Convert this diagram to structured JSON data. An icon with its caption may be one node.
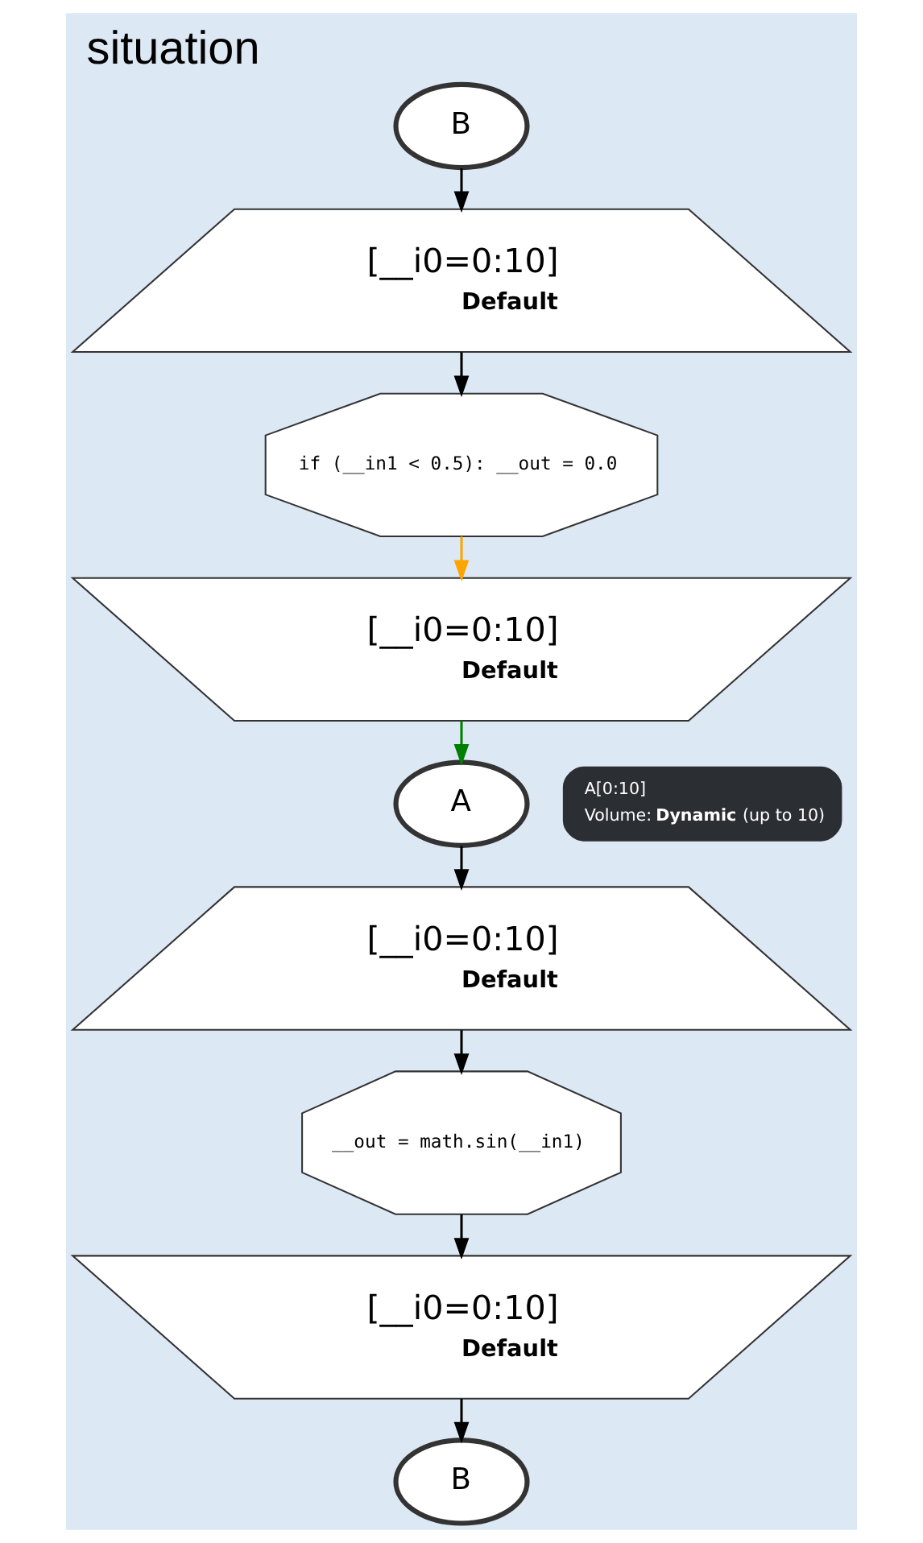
{
  "diagram": {
    "title": "situation",
    "nodes": [
      {
        "text": [
          "B"
        ]
      },
      {
        "text": [
          "[__i0=0:10]",
          "Default"
        ]
      },
      {
        "text": [
          "if (__in1 < 0.5): __out = 0.0"
        ]
      },
      {
        "text": [
          "[__i0=0:10]",
          "Default"
        ]
      },
      {
        "text": [
          "A"
        ]
      },
      {
        "text": [
          "[__i0=0:10]",
          "Default"
        ]
      },
      {
        "text": [
          "__out = math.sin(__in1)"
        ]
      },
      {
        "text": [
          "[__i0=0:10]",
          "Default"
        ]
      },
      {
        "text": [
          "B"
        ]
      }
    ],
    "edges": [
      {
        "from": 0,
        "to": 1,
        "arrow": "to"
      },
      {
        "from": 1,
        "to": 2,
        "arrow": "to"
      },
      {
        "from": 2,
        "to": 3,
        "arrow": "to",
        "color": "#ffa500"
      },
      {
        "from": 3,
        "to": 4,
        "arrow": "to",
        "color": "#008000"
      },
      {
        "from": 4,
        "to": 5,
        "arrow": "to"
      },
      {
        "from": 5,
        "to": 6,
        "arrow": "to"
      },
      {
        "from": 6,
        "to": 7,
        "arrow": "to"
      },
      {
        "from": 7,
        "to": 8,
        "arrow": "to"
      }
    ],
    "labels": [
      "A[0:10]",
      "Volume: **Dynamic** (up to 10)"
    ]
  }
}
